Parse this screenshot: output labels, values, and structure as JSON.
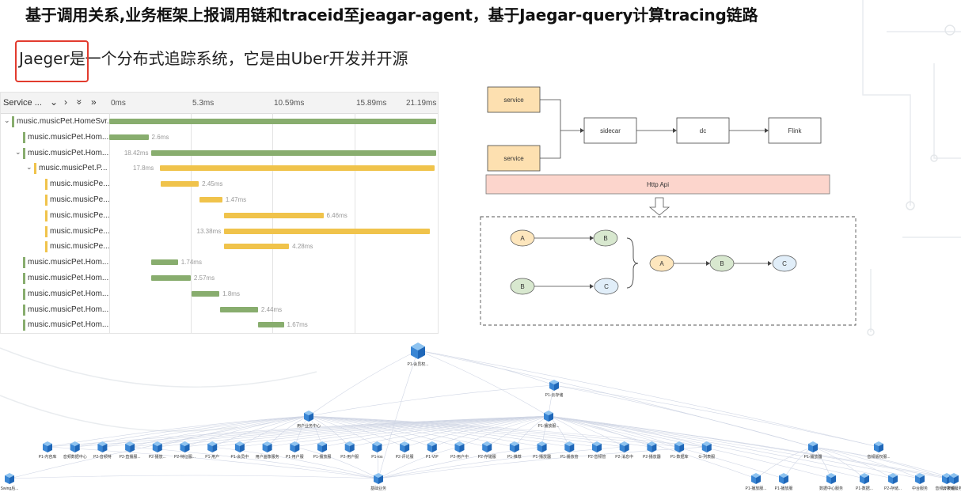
{
  "headline": "基于调用关系,业务框架上报调用链和traceid至jeagar-agent，基于Jaegar-query计算tracing链路",
  "intro": {
    "highlight": "Jaeger",
    "rest": "是一个分布式追踪系统，它是由Uber开发并开源"
  },
  "colors": {
    "accent_red": "#e23b2e",
    "green_bar": "#88ad6e",
    "yellow_bar": "#f0c34b",
    "service_fill": "#fde0b0",
    "api_fill": "#fcd5cc"
  },
  "trace": {
    "service_label": "Service ...",
    "controls": [
      "⌄",
      "›",
      "»",
      "»"
    ],
    "ticks": [
      "0ms",
      "5.3ms",
      "10.59ms",
      "15.89ms",
      "21.19ms"
    ],
    "rows": [
      {
        "name": "music.musicPet.HomeSvr...",
        "depth": 0,
        "color": "green",
        "start": 0.0,
        "width": 1.0,
        "duration": "",
        "expanded": true
      },
      {
        "name": "music.musicPet.Hom...",
        "depth": 1,
        "color": "green",
        "start": 0.0,
        "width": 0.12,
        "duration": "2.6ms",
        "expanded": false
      },
      {
        "name": "music.musicPet.Hom...",
        "depth": 1,
        "color": "green",
        "start": 0.128,
        "width": 0.872,
        "duration": "18.42ms",
        "expanded": true
      },
      {
        "name": "music.musicPet.P...",
        "depth": 2,
        "color": "yellow",
        "start": 0.155,
        "width": 0.84,
        "duration": "17.8ms",
        "expanded": true
      },
      {
        "name": "music.musicPe...",
        "depth": 3,
        "color": "yellow",
        "start": 0.158,
        "width": 0.116,
        "duration": "2.45ms",
        "expanded": false
      },
      {
        "name": "music.musicPe...",
        "depth": 3,
        "color": "yellow",
        "start": 0.276,
        "width": 0.07,
        "duration": "1.47ms",
        "expanded": false
      },
      {
        "name": "music.musicPe...",
        "depth": 3,
        "color": "yellow",
        "start": 0.35,
        "width": 0.305,
        "duration": "6.46ms",
        "expanded": false
      },
      {
        "name": "music.musicPe...",
        "depth": 3,
        "color": "yellow",
        "start": 0.35,
        "width": 0.63,
        "duration": "13.38ms",
        "expanded": false
      },
      {
        "name": "music.musicPe...",
        "depth": 3,
        "color": "yellow",
        "start": 0.35,
        "width": 0.2,
        "duration": "4.28ms",
        "expanded": false
      },
      {
        "name": "music.musicPet.Hom...",
        "depth": 1,
        "color": "green",
        "start": 0.128,
        "width": 0.082,
        "duration": "1.74ms",
        "expanded": false
      },
      {
        "name": "music.musicPet.Hom...",
        "depth": 1,
        "color": "green",
        "start": 0.128,
        "width": 0.121,
        "duration": "2.57ms",
        "expanded": false
      },
      {
        "name": "music.musicPet.Hom...",
        "depth": 1,
        "color": "green",
        "start": 0.252,
        "width": 0.085,
        "duration": "1.8ms",
        "expanded": false
      },
      {
        "name": "music.musicPet.Hom...",
        "depth": 1,
        "color": "green",
        "start": 0.34,
        "width": 0.115,
        "duration": "2.44ms",
        "expanded": false
      },
      {
        "name": "music.musicPet.Hom...",
        "depth": 1,
        "color": "green",
        "start": 0.455,
        "width": 0.079,
        "duration": "1.67ms",
        "expanded": false
      }
    ]
  },
  "diagram": {
    "service_a": "service",
    "service_b": "service",
    "sidecar": "sidecar",
    "dc": "dc",
    "flink": "Flink",
    "http_api": "Http Api",
    "nodes": {
      "a1": "A",
      "b1": "B",
      "b2": "B",
      "c1": "C",
      "a2": "A",
      "b3": "B",
      "c2": "C"
    }
  },
  "topology": {
    "root": "P1-会员权...",
    "level1": "P1-云存储",
    "hub_left": "用户业务中心",
    "hub_right": "P1-播放服...",
    "right_hub": "P1-播放器",
    "right_hub2": "音频版权服...",
    "bottom_center": "基础业务",
    "bottom_left": "Swing后...",
    "leaves": [
      "P1-内容库",
      "音频数据中心",
      "P2-音频特",
      "P2-直播服...",
      "P2-播放...",
      "P2-特征服...",
      "P1-用户",
      "P1-会员中",
      "用户画像服务",
      "P1-用户服",
      "P1-播放服",
      "P2-用户服",
      "P1-ios",
      "P2-评论服",
      "P1-VIP",
      "P2-用户中",
      "P2-存储服",
      "P1-推荐",
      "P1-播放器",
      "P1-播放管",
      "P2-音频管",
      "P2-消息中",
      "P2-播放器",
      "P1-数据库",
      "G-列表服"
    ],
    "right_leaves": [
      "P1-播放服...",
      "P1-播放服",
      "数据中心服务",
      "P1-数据...",
      "P2-存储...",
      "中台服务",
      "音频开发组...",
      "云存储服务..."
    ]
  }
}
